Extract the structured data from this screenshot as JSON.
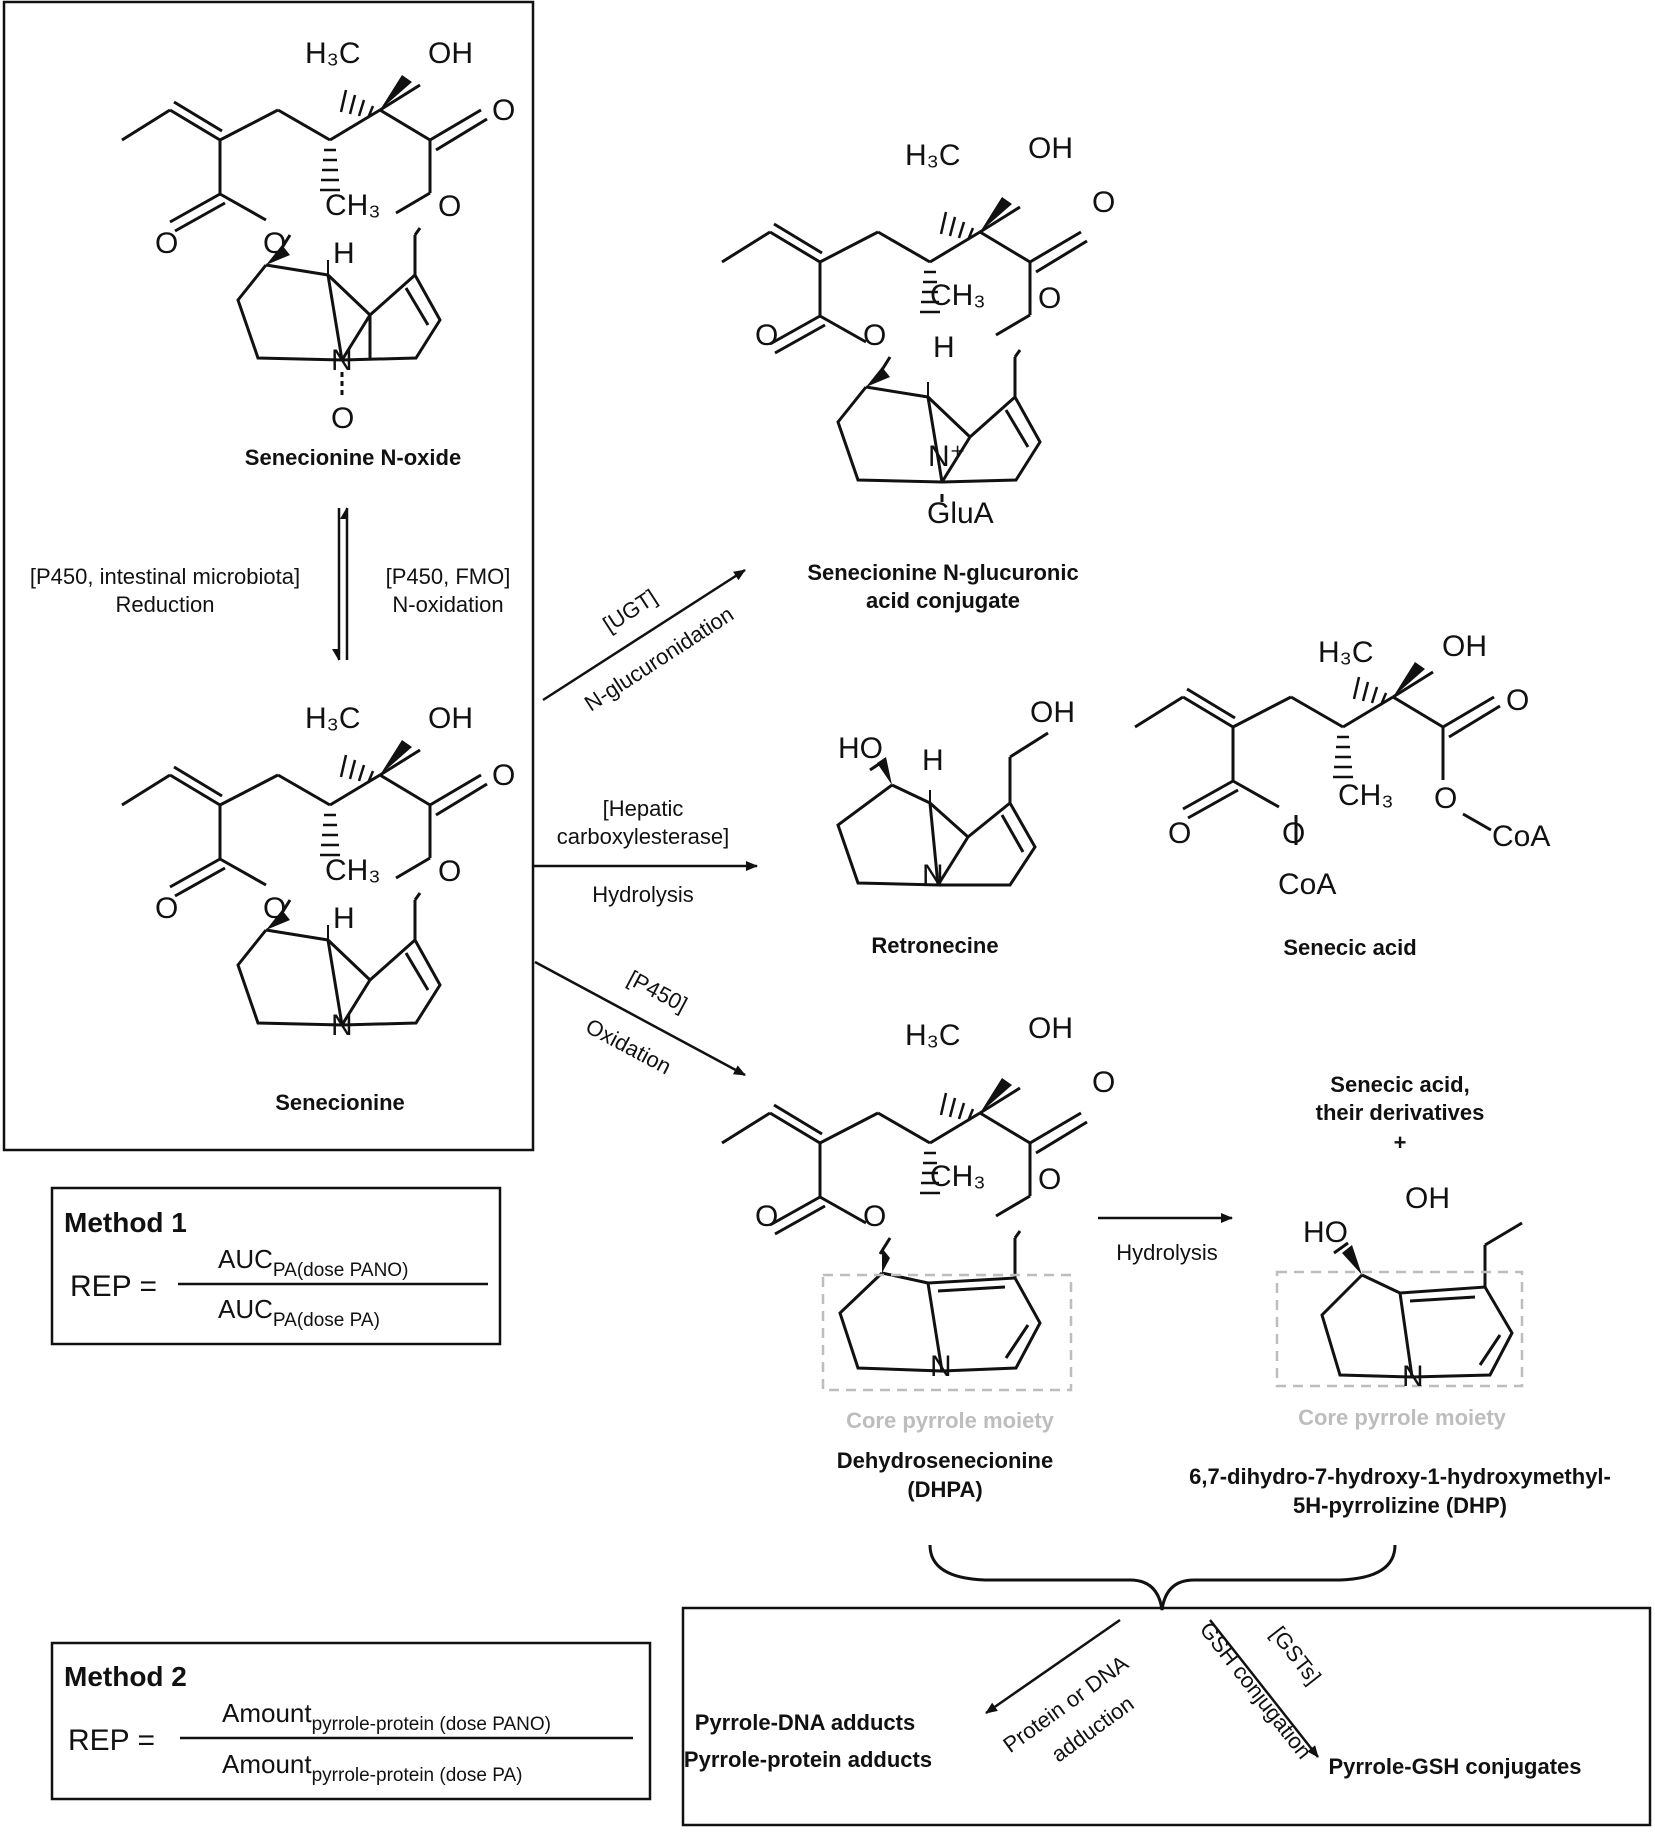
{
  "compounds": {
    "senecionine_n_oxide": "Senecionine N-oxide",
    "senecionine": "Senecionine",
    "n_glucuronic_line1": "Senecionine N-glucuronic",
    "n_glucuronic_line2": "acid conjugate",
    "retronecine": "Retronecine",
    "senecic_acid": "Senecic acid",
    "dhpa_line1": "Dehydrosenecionine",
    "dhpa_line2": "(DHPA)",
    "dhp_line1": "6,7-dihydro-7-hydroxy-1-hydroxymethyl-",
    "dhp_line2": "5H-pyrrolizine (DHP)",
    "senecic_deriv_line1": "Senecic acid,",
    "senecic_deriv_line2": "their derivatives",
    "plus": "+",
    "core_pyrrole": "Core pyrrole moiety",
    "pyrrole_dna": "Pyrrole-DNA adducts",
    "pyrrole_protein": "Pyrrole-protein adducts",
    "pyrrole_gsh": "Pyrrole-GSH conjugates"
  },
  "conditions": {
    "reduction_enzyme": "[P450, intestinal microbiota]",
    "reduction": "Reduction",
    "oxidation_enzyme": "[P450, FMO]",
    "n_oxidation": "N-oxidation",
    "ugt": "[UGT]",
    "n_glucuronidation": "N-glucuronidation",
    "hydrolysis_enzyme_1": "[Hepatic",
    "hydrolysis_enzyme_2": "carboxylesterase]",
    "hydrolysis": "Hydrolysis",
    "p450": "[P450]",
    "oxidation": "Oxidation",
    "hydrolysis_2": "Hydrolysis",
    "adduction_1": "Protein or DNA",
    "adduction_2": "adduction",
    "gsts": "[GSTs]",
    "gsh_conjugation": "GSH conjugation"
  },
  "atoms": {
    "H3C": "H₃C",
    "OH": "OH",
    "O": "O",
    "CH3": "CH₃",
    "H": "H",
    "N": "N",
    "N_plus": "N⁺",
    "GluA": "GluA",
    "HO": "HO",
    "CoA": "CoA"
  },
  "method1": {
    "title": "Method 1",
    "lhs": "REP =",
    "num_main": "AUC",
    "num_sub": "PA(dose PANO)",
    "den_main": "AUC",
    "den_sub": "PA(dose PA)"
  },
  "method2": {
    "title": "Method 2",
    "lhs": "REP =",
    "num_main": "Amount",
    "num_sub": "pyrrole-protein (dose PANO)",
    "den_main": "Amount",
    "den_sub": "pyrrole-protein (dose PA)"
  }
}
